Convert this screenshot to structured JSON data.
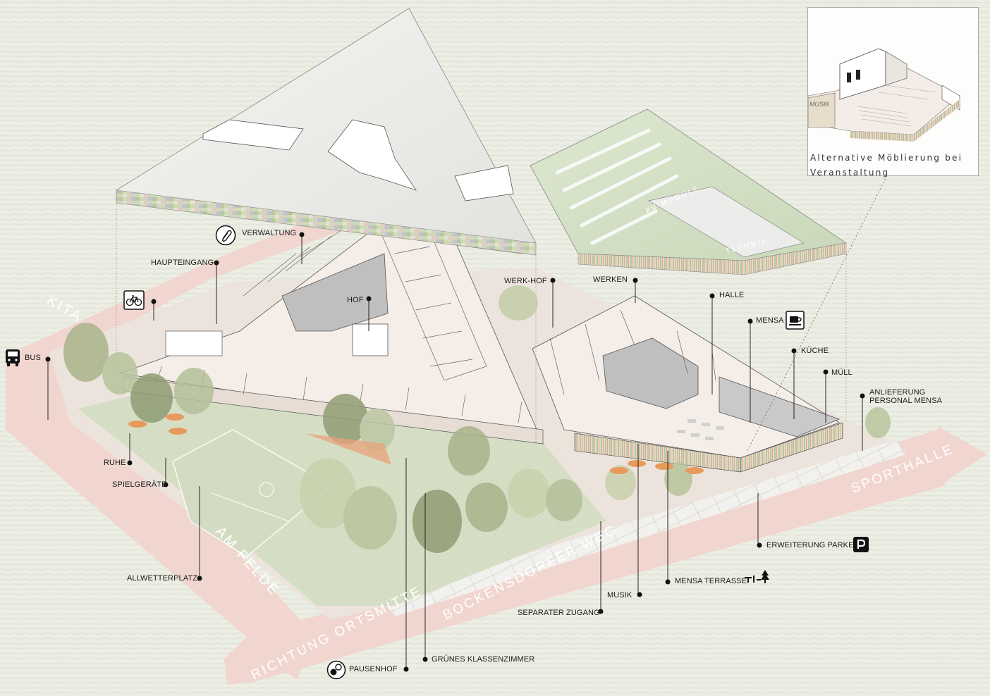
{
  "labels": {
    "verwaltung": "VERWALTUNG",
    "haupteingang": "HAUPTEINGANG",
    "hof": "HOF",
    "bus": "BUS",
    "werk_hof": "WERK-HOF",
    "werken": "WERKEN",
    "halle": "HALLE",
    "mensa": "MENSA",
    "kueche": "KÜCHE",
    "muell": "MÜLL",
    "anlieferung": "ANLIEFERUNG\nPERSONAL MENSA",
    "ruhe": "RUHE",
    "spielgeraete": "SPIELGERÄTE",
    "allwetterplatz": "ALLWETTERPLATZ",
    "erweiterung_parken": "ERWEITERUNG PARKEN",
    "mensa_terrasse": "MENSA TERRASSE",
    "musik": "MUSIK",
    "separater_zugang": "SEPARATER ZUGANG",
    "gruenes_klassenzimmer": "GRÜNES KLASSENZIMMER",
    "pausenhof": "PAUSENHOF",
    "pv_module": "PV MODULE",
    "technik": "TECHNIK"
  },
  "streets": {
    "kita": "KITA",
    "am_felde": "AM FELDE",
    "bockensdorfer_weg": "BOCKENSDORFER WEG",
    "richtung_ortsmitte": "RICHTUNG ORTSMITTE",
    "sporthalle": "SPORTHALLE"
  },
  "inset": {
    "caption": "Alternative Möblierung bei Veranstaltung",
    "room_label": "MUSIK"
  },
  "icons": [
    "paperclip-icon",
    "bicycle-icon",
    "bus-icon",
    "cup-icon",
    "parking-icon",
    "terrace-furniture-icon",
    "pausenhof-icon"
  ],
  "colors": {
    "background": "#eceee4",
    "street": "#f1d6cf",
    "green_field": "#d7e0c8",
    "building_floor": "#f4ece6",
    "roof": "#efefec",
    "pv_roof": "#d3dfc6",
    "tree": "#a9b88f",
    "umbrella": "#e89a5c"
  }
}
